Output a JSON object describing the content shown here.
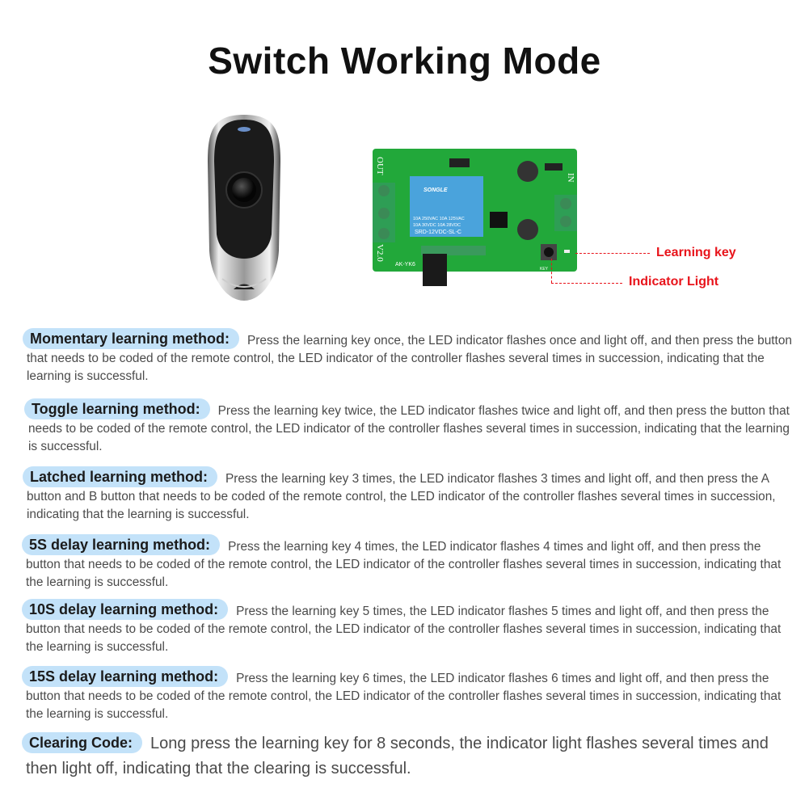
{
  "title": "Switch Working Mode",
  "pcb": {
    "relay_brand": "SONGLE",
    "relay_specs": [
      "10A 250VAC  10A 125VAC",
      "10A 30VDC  10A 28VDC"
    ],
    "relay_model": "SRD-12VDC-SL-C",
    "label_out": "OUT",
    "label_in": "IN",
    "label_version": "V2.0",
    "label_board": "AK-YK6",
    "label_key": "KEY"
  },
  "callouts": {
    "learning_key": "Learning key",
    "indicator_light": "Indicator Light"
  },
  "colors": {
    "accent_red": "#e8141b",
    "pill_blue": "#c3e2f9",
    "pcb_green": "#22a83a"
  },
  "methods": [
    {
      "label": "Momentary learning method:",
      "text": "Press the learning key once, the LED indicator flashes once and light off, and then press the button that needs to be coded of the remote control, the LED indicator of the controller flashes several times in succession, indicating that the learning is successful."
    },
    {
      "label": "Toggle learning method:",
      "text": "Press the learning key twice, the LED indicator flashes twice and light off, and then press the button that needs to be coded of the remote control, the LED indicator of the controller flashes several times in succession, indicating that the learning is successful."
    },
    {
      "label": "Latched learning method:",
      "text": "Press the learning key 3 times, the LED indicator flashes 3 times and light off, and then press the A button and B button that needs to be coded of the remote control, the LED indicator of the controller flashes several times in succession, indicating that the learning is successful."
    },
    {
      "label": "5S delay learning method:",
      "text": "Press the learning key 4 times, the LED indicator flashes 4 times and light off, and then press the button that needs to be coded of the remote control, the LED indicator of the controller flashes several times in succession, indicating that the learning is successful."
    },
    {
      "label": "10S delay learning method:",
      "text": "Press the learning key 5 times, the LED indicator flashes 5 times and light off, and then press the button that needs to be coded of the remote control, the LED indicator of the controller flashes several times in succession, indicating that the learning is successful."
    },
    {
      "label": "15S delay learning method:",
      "text": "Press the learning key 6 times, the LED indicator flashes 6 times and light off, and then press the button that needs to be coded of the remote control, the LED indicator of the controller flashes several times in succession, indicating that the learning is successful."
    },
    {
      "label": "Clearing Code:",
      "text": "Long press the learning key for 8 seconds, the indicator light flashes several times and then light off, indicating that the clearing is successful."
    }
  ]
}
